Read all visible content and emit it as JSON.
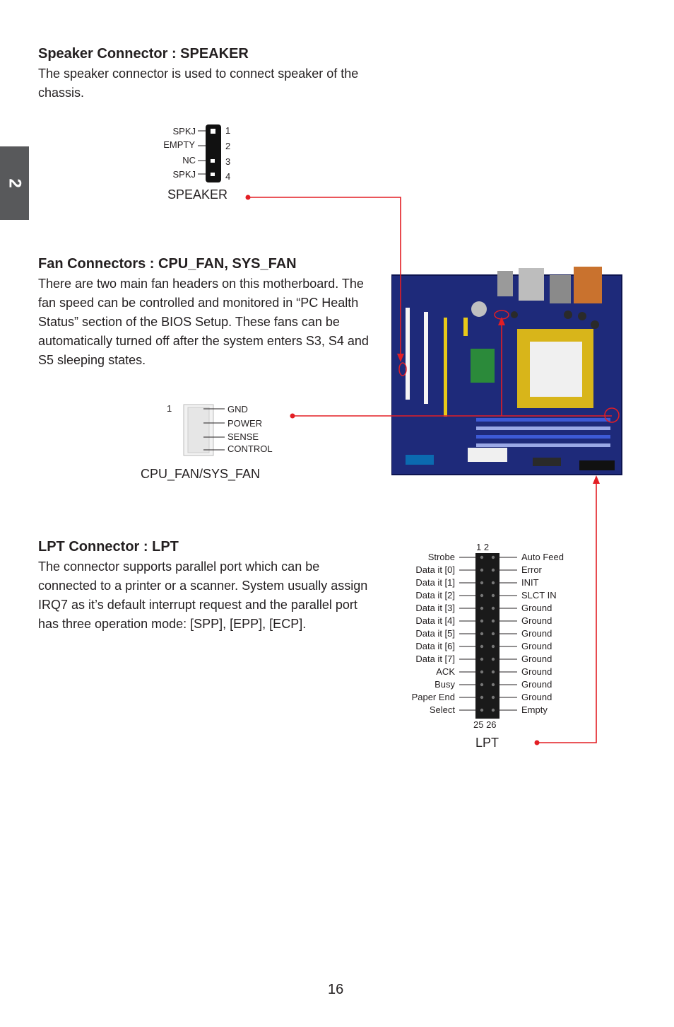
{
  "chapter_tab": "2",
  "page_number": "16",
  "speaker": {
    "title": "Speaker Connector : SPEAKER",
    "body": "The speaker connector is used to connect speaker of the chassis.",
    "pins": [
      "SPKJ",
      "EMPTY",
      "NC",
      "SPKJ"
    ],
    "pin_numbers": [
      "1",
      "2",
      "3",
      "4"
    ],
    "caption": "SPEAKER"
  },
  "fan": {
    "title": "Fan Connectors : CPU_FAN, SYS_FAN",
    "body": "There are two main fan headers on this motherboard. The fan speed can be controlled and monitored in “PC Health Status” section of the BIOS Setup. These fans can be automatically turned off after the system enters S3, S4 and S5 sleeping states.",
    "pin_one": "1",
    "pins": [
      "GND",
      "POWER",
      "SENSE",
      "CONTROL"
    ],
    "caption": "CPU_FAN/SYS_FAN"
  },
  "lpt": {
    "title": "LPT Connector : LPT",
    "body": "The connector supports parallel port which can be connected to a printer or a scanner. System usually assign IRQ7 as it’s default interrupt request and the parallel port has three operation mode: [SPP], [EPP], [ECP].",
    "top_numbers": "1  2",
    "bottom_numbers": "25  26",
    "left_pins": [
      "Strobe",
      "Data it [0]",
      "Data it [1]",
      "Data it [2]",
      "Data it [3]",
      "Data it [4]",
      "Data it [5]",
      "Data it [6]",
      "Data it [7]",
      "ACK",
      "Busy",
      "Paper End",
      "Select"
    ],
    "right_pins": [
      "Auto Feed",
      "Error",
      "INIT",
      "SLCT IN",
      "Ground",
      "Ground",
      "Ground",
      "Ground",
      "Ground",
      "Ground",
      "Ground",
      "Ground",
      "Empty"
    ],
    "caption": "LPT"
  },
  "colors": {
    "pointer_line": "#e31e24",
    "board": "#1e2a7a",
    "tab": "#58595b"
  }
}
